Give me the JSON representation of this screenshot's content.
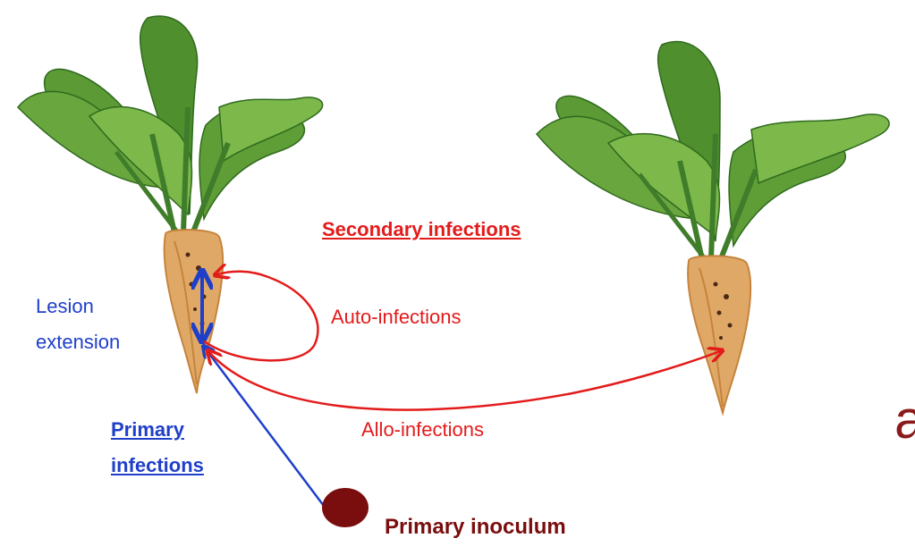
{
  "labels": {
    "secondary_infections": "Secondary infections",
    "auto_infections": "Auto-infections",
    "allo_infections": "Allo-infections",
    "lesion_line1": "Lesion",
    "lesion_line2": "extension",
    "primary_line1": "Primary",
    "primary_line2": "infections",
    "primary_inoculum": "Primary inoculum",
    "edge_glyph": "a"
  },
  "colors": {
    "secondary": "#e31b1b",
    "auto": "#e31b1b",
    "allo": "#e31b1b",
    "lesion": "#1f3fc9",
    "primary": "#1f3fc9",
    "inoculum": "#7a0d0d",
    "edge_glyph": "#8b1a1a",
    "leaf_dark": "#3f7d2a",
    "leaf_light": "#7cb84a",
    "root": "#e0a866",
    "root_shadow": "#c5843c",
    "spot": "#4a2a14"
  },
  "icons": {
    "left_plant": "sugar-beet-plant",
    "right_plant": "sugar-beet-plant",
    "inoculum": "inoculum-dot"
  }
}
